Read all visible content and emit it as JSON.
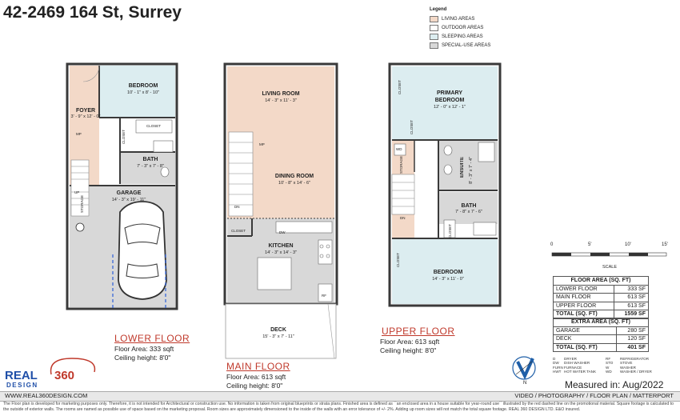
{
  "title": "42-2469 164 St, Surrey",
  "legend": {
    "heading": "Legend",
    "items": [
      {
        "label": "LIVING AREAS",
        "color": "#f3d9c8"
      },
      {
        "label": "OUTDOOR AREAS",
        "color": "#ffffff"
      },
      {
        "label": "SLEEPING AREAS",
        "color": "#dcedf0"
      },
      {
        "label": "SPECIAL-USE AREAS",
        "color": "#d8d8d8"
      }
    ]
  },
  "colors": {
    "living": "#f3d9c8",
    "sleeping": "#dcedf0",
    "special": "#d8d8d8",
    "wall": "#3a3a3a",
    "accent": "#c0392b"
  },
  "lower_floor": {
    "name": "LOWER FLOOR",
    "area": "Floor Area: 333 sqft",
    "ceiling": "Ceiling height: 8'0\"",
    "rooms": {
      "bedroom": "BEDROOM",
      "bedroom_dim": "10' - 1\" x 8' - 10\"",
      "foyer": "FOYER",
      "foyer_dim": "3' - 9\" x 12' - 0\"",
      "closet": "CLOSET",
      "closet_v": "CLOSET",
      "bath": "BATH",
      "bath_dim": "7' - 3\" x 7' - 8\"",
      "garage": "GARAGE",
      "garage_dim": "14' - 3\" x 19' - 11\"",
      "storage": "STORAGE",
      "up": "UP",
      "mp": "MP"
    }
  },
  "main_floor": {
    "name": "MAIN FLOOR",
    "area": "Floor Area: 613 sqft",
    "ceiling": "Ceiling height: 8'0\"",
    "rooms": {
      "living": "LIVING ROOM",
      "living_dim": "14' - 3\" x 11' - 3\"",
      "dining": "DINING ROOM",
      "dining_dim": "10' - 8\" x 14' - 6\"",
      "kitchen": "KITCHEN",
      "kitchen_dim": "14' - 3\" x 14' - 3\"",
      "closet": "CLOSET",
      "deck": "DECK",
      "deck_dim": "15' - 3\" x 7' - 11\"",
      "dn": "DN",
      "dw": "DW",
      "rf": "RF",
      "mp": "MP"
    }
  },
  "upper_floor": {
    "name": "UPPER FLOOR",
    "area": "Floor Area: 613 sqft",
    "ceiling": "Ceiling height: 8'0\"",
    "rooms": {
      "primary": "PRIMARY",
      "primary2": "BEDROOM",
      "primary_dim": "12' - 0\" x 12' - 1\"",
      "ensuite": "ENSUITE",
      "ensuite_dim": "8' - 3\" x 7' - 4\"",
      "bath": "BATH",
      "bath_dim": "7' - 8\" x 7' - 6\"",
      "bedroom": "BEDROOM",
      "bedroom_dim": "14' - 3\" x 11' - 0\"",
      "closet": "CLOSET",
      "storage": "STORAGE",
      "wd": "WD",
      "dn": "DN"
    }
  },
  "scale": {
    "ticks": [
      "0",
      "5'",
      "10'",
      "15'"
    ],
    "label": "SCALE"
  },
  "floor_area_table": {
    "header": "FLOOR AREA (SQ. FT)",
    "rows": [
      {
        "label": "LOWER FLOOR",
        "value": "333 SF"
      },
      {
        "label": "MAIN FLOOR",
        "value": "613 SF"
      },
      {
        "label": "UPPER FLOOR",
        "value": "613 SF"
      }
    ],
    "total_label": "TOTAL (SQ. FT)",
    "total_value": "1559 SF"
  },
  "extra_area_table": {
    "header": "EXTRA AREA (SQ. FT)",
    "rows": [
      {
        "label": "GARAGE",
        "value": "280 SF"
      },
      {
        "label": "DECK",
        "value": "120 SF"
      }
    ],
    "total_label": "TOTAL (SQ. FT)",
    "total_value": "401 SF"
  },
  "abbreviations": [
    [
      "D",
      "DRYER",
      "RF",
      "REFRIGERATOR"
    ],
    [
      "DW",
      "DISH WASHER",
      "STO",
      "STOVE"
    ],
    [
      "FURN",
      "FURNACE",
      "W",
      "WASHER"
    ],
    [
      "HWT",
      "HOT WATER TANK",
      "WD",
      "WASHER / DRYER"
    ]
  ],
  "compass": "N",
  "measured": "Measured in: Aug/2022",
  "logo": {
    "main": "REAL",
    "num": "360",
    "sub": "DESIGN"
  },
  "footer": {
    "website": "WWW.REAL360DESIGN.COM",
    "services": "VIDEO / PHOTOGRAPHY / FLOOR PLAN / MATTERPORT",
    "disclaimer": "The Floor plan is developed for marketing purposes only. Therefore, it is not intended for Architectural or construction use. No information is taken from original blueprints or strata plans. Finished area is defined as ``an enclosed area in a house suitable for year-round use`` illustrated by the red dashed line on the promotional material. Square footage is calculated to the outside of exterior walls. The rooms are named as possible use of space based on the marketing proposal. Room sizes are approximately dimensioned to the inside of the walls with an error tolerance of +/- 2%.  Adding up room sizes will not match the total square footage. REAL 360 DESIGN LTD.  E&O insured."
  }
}
